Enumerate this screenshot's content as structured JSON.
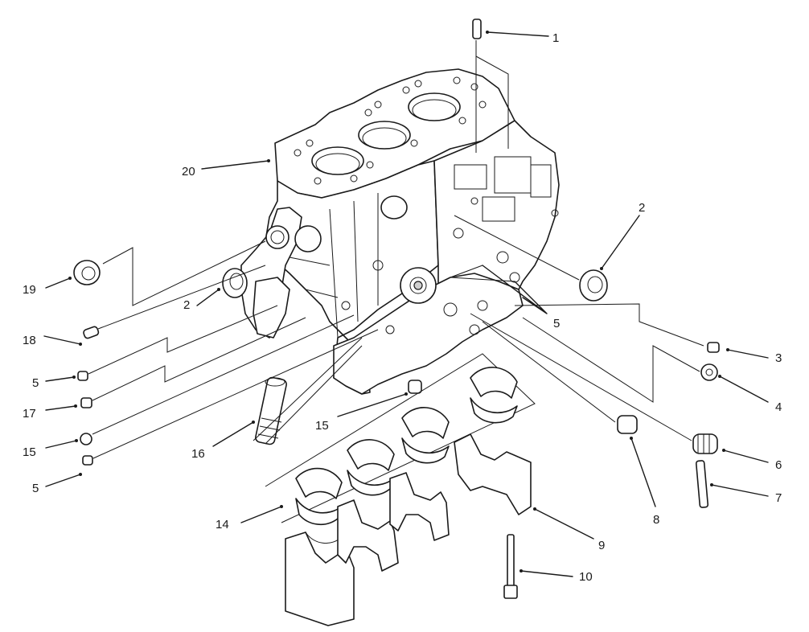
{
  "diagram": {
    "callouts": {
      "c1": "1",
      "c2_right": "2",
      "c2_left": "2",
      "c3": "3",
      "c4": "4",
      "c5_mid": "5",
      "c5_left_top": "5",
      "c5_left_bottom": "5",
      "c6": "6",
      "c7": "7",
      "c8": "8",
      "c9": "9",
      "c10": "10",
      "c14": "14",
      "c15_mid": "15",
      "c15_left": "15",
      "c16": "16",
      "c17": "17",
      "c18": "18",
      "c19": "19",
      "c20": "20"
    }
  }
}
